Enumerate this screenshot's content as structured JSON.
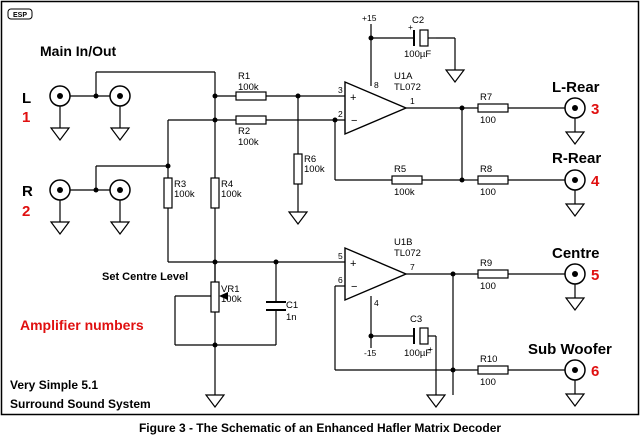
{
  "logo": "ESP",
  "section_labels": {
    "main_io": "Main In/Out",
    "set_centre_level": "Set Centre Level",
    "amplifier_numbers": "Amplifier numbers"
  },
  "system_title": [
    "Very Simple 5.1",
    "Surround Sound System"
  ],
  "caption": "Figure 3 - The Schematic of an Enhanced Hafler Matrix Decoder",
  "inputs": [
    {
      "name": "L",
      "number": "1"
    },
    {
      "name": "R",
      "number": "2"
    }
  ],
  "outputs": [
    {
      "name": "L-Rear",
      "number": "3"
    },
    {
      "name": "R-Rear",
      "number": "4"
    },
    {
      "name": "Centre",
      "number": "5"
    },
    {
      "name": "Sub Woofer",
      "number": "6"
    }
  ],
  "opamps": [
    {
      "ref": "U1A",
      "part": "TL072"
    },
    {
      "ref": "U1B",
      "part": "TL072"
    }
  ],
  "pins": {
    "u1a_plus": "3",
    "u1a_minus": "2",
    "u1a_out": "1",
    "u1a_vcc": "8",
    "u1b_plus": "5",
    "u1b_minus": "6",
    "u1b_out": "7",
    "u1b_vee": "4"
  },
  "rails": {
    "positive": "+15",
    "negative": "-15"
  },
  "resistors": {
    "R1": {
      "ref": "R1",
      "value": "100k"
    },
    "R2": {
      "ref": "R2",
      "value": "100k"
    },
    "R3": {
      "ref": "R3",
      "value": "100k"
    },
    "R4": {
      "ref": "R4",
      "value": "100k"
    },
    "R5": {
      "ref": "R5",
      "value": "100k"
    },
    "R6": {
      "ref": "R6",
      "value": "100k"
    },
    "R7": {
      "ref": "R7",
      "value": "100"
    },
    "R8": {
      "ref": "R8",
      "value": "100"
    },
    "R9": {
      "ref": "R9",
      "value": "100"
    },
    "R10": {
      "ref": "R10",
      "value": "100"
    }
  },
  "pot": {
    "ref": "VR1",
    "value": "100k"
  },
  "capacitors": {
    "C1": {
      "ref": "C1",
      "value": "1n"
    },
    "C2": {
      "ref": "C2",
      "value": "100µF"
    },
    "C3": {
      "ref": "C3",
      "value": "100µF"
    }
  },
  "polarity": {
    "plus": "+"
  }
}
